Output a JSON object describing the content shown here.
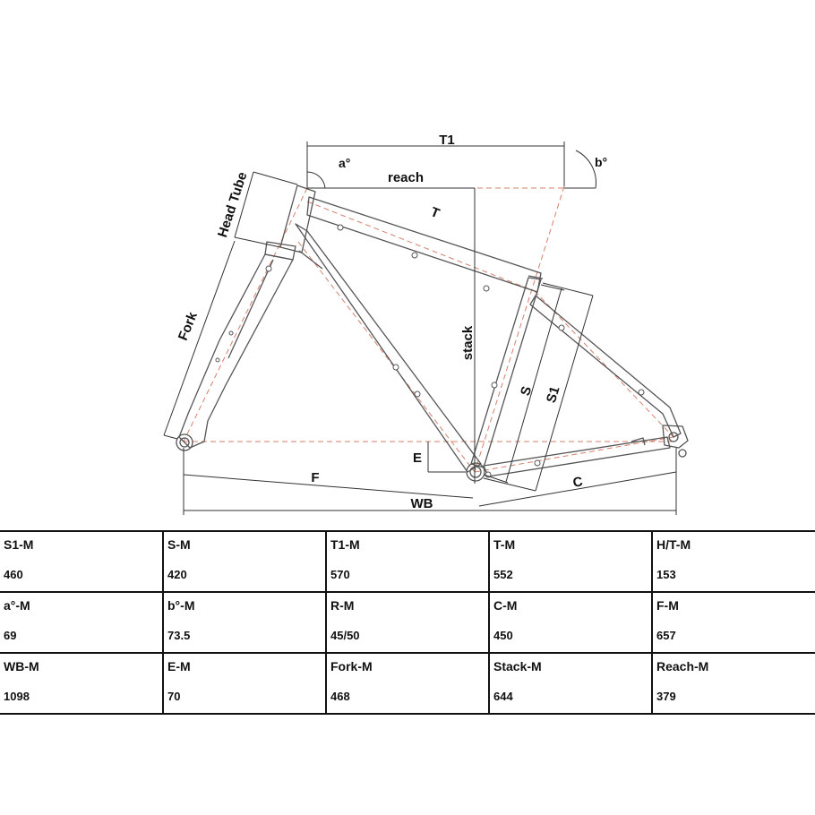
{
  "labels": {
    "t1": "T1",
    "a": "a°",
    "b": "b°",
    "reach": "reach",
    "t": "T",
    "head_tube": "Head Tube",
    "fork": "Fork",
    "stack": "stack",
    "s": "S",
    "s1": "S1",
    "e": "E",
    "f": "F",
    "c": "C",
    "wb": "WB"
  },
  "table": {
    "rows": [
      [
        {
          "label": "S1-M",
          "value": "460"
        },
        {
          "label": "S-M",
          "value": "420"
        },
        {
          "label": "T1-M",
          "value": "570"
        },
        {
          "label": "T-M",
          "value": "552"
        },
        {
          "label": "H/T-M",
          "value": "153"
        }
      ],
      [
        {
          "label": "a°-M",
          "value": "69"
        },
        {
          "label": "b°-M",
          "value": "73.5"
        },
        {
          "label": "R-M",
          "value": "45/50"
        },
        {
          "label": "C-M",
          "value": "450"
        },
        {
          "label": "F-M",
          "value": "657"
        }
      ],
      [
        {
          "label": "WB-M",
          "value": "1098"
        },
        {
          "label": "E-M",
          "value": "70"
        },
        {
          "label": "Fork-M",
          "value": "468"
        },
        {
          "label": "Stack-M",
          "value": "644"
        },
        {
          "label": "Reach-M",
          "value": "379"
        }
      ]
    ]
  },
  "colors": {
    "frame": "#555555",
    "centerline": "#d4806a",
    "dimension": "#333333"
  }
}
